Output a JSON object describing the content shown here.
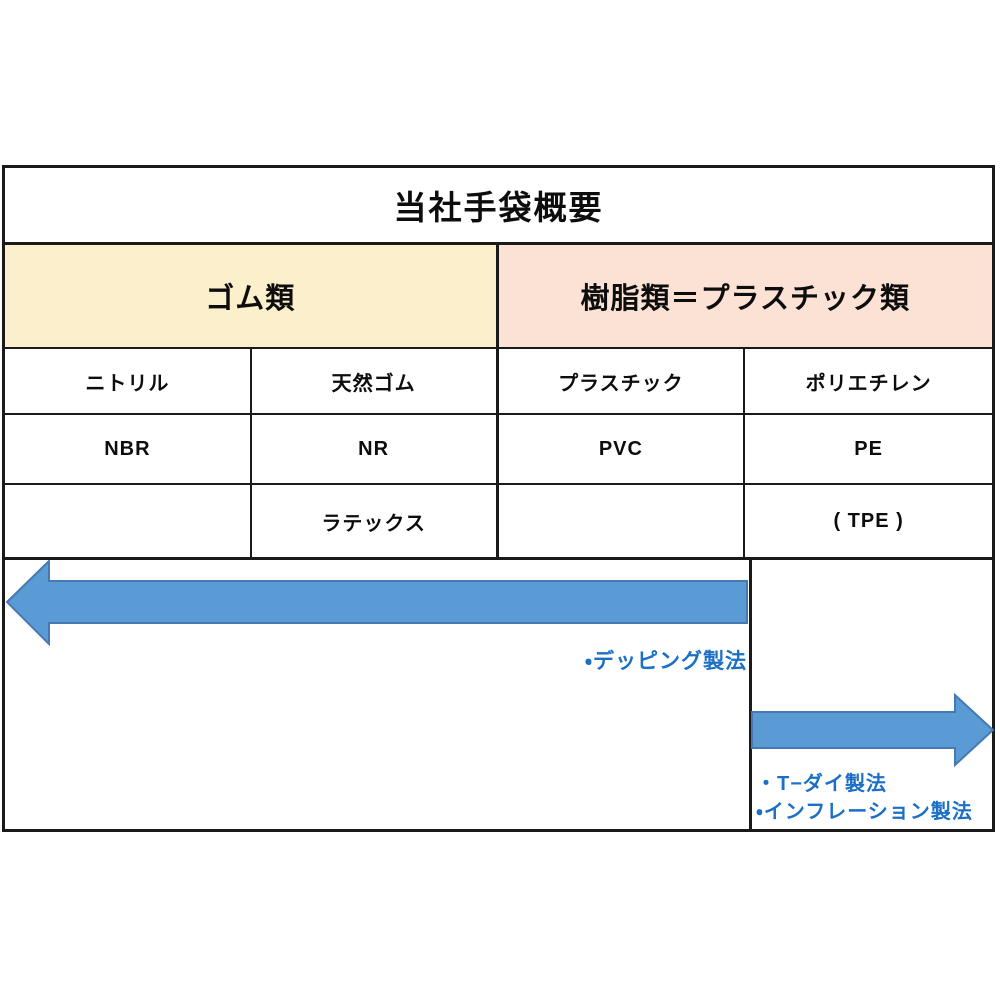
{
  "page": {
    "background": "#ffffff"
  },
  "table": {
    "title": "当社手袋概要",
    "border_color": "#1a1a1a",
    "categories": [
      {
        "label": "ゴム類",
        "bg": "#FCEFCB"
      },
      {
        "label": "樹脂類＝プラスチック類",
        "bg": "#FBE2D5"
      }
    ],
    "rows": [
      {
        "cells": [
          "ニトリル",
          "天然ゴム",
          "プラスチック",
          "ポリエチレン"
        ]
      },
      {
        "cells": [
          "NBR",
          "NR",
          "PVC",
          "PE"
        ]
      },
      {
        "cells": [
          "",
          "ラテックス",
          "",
          "( TPE )"
        ]
      }
    ]
  },
  "processes": {
    "arrow_fill": "#5B9BD5",
    "arrow_stroke": "#4678B2",
    "label_color": "#1B6FC5",
    "rubber_process_label": "・デッピング製法",
    "plastic_process_labels": [
      "・T−ダイ製法",
      "・インフレーション製法"
    ]
  }
}
